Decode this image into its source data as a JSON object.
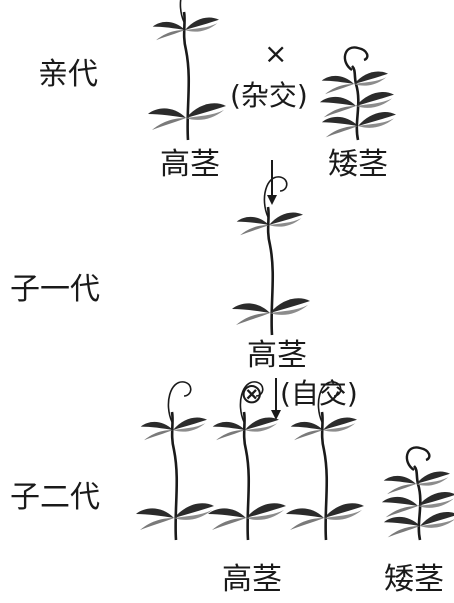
{
  "generations": {
    "parental": "亲代",
    "f1": "子一代",
    "f2": "子二代"
  },
  "traits": {
    "tall": "高茎",
    "short": "矮茎"
  },
  "operations": {
    "cross_symbol": "×",
    "cross_label": "(杂交)",
    "self_symbol": "⊗",
    "self_label": "(自交)"
  },
  "colors": {
    "ink": "#1a1a1a",
    "leaf_dark": "#2b2b2b",
    "leaf_light": "#8c8c8c"
  }
}
